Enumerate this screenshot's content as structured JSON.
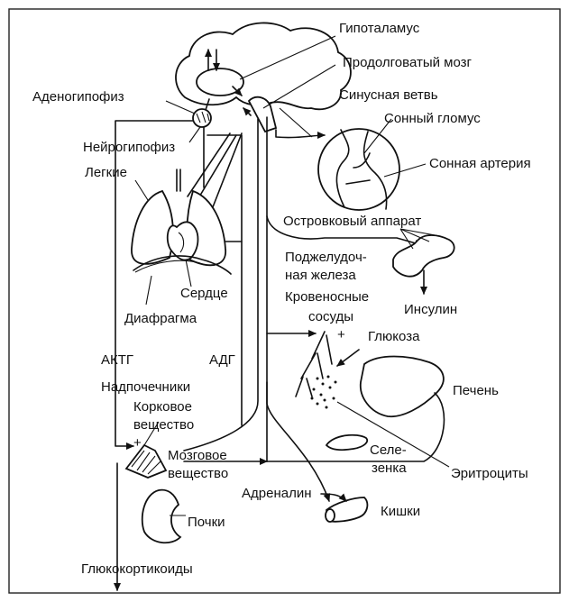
{
  "labels": {
    "hypothalamus": "Гипоталамус",
    "medulla": "Продолговатый мозг",
    "adenohypophysis": "Аденогипофиз",
    "sinus_branch": "Синусная ветвь",
    "carotid_body": "Сонный гломус",
    "neurohypophysis": "Нейрогипофиз",
    "lungs": "Легкие",
    "carotid_artery": "Сонная артерия",
    "islets": "Островковый аппарат",
    "pancreas_1": "Поджелудоч-",
    "pancreas_2": "ная железа",
    "heart": "Сердце",
    "vessels_1": "Кровеносные",
    "vessels_2": "сосуды",
    "diaphragm": "Диафрагма",
    "insulin": "Инсулин",
    "glucose": "Глюкоза",
    "acth": "АКТГ",
    "adh": "АДГ",
    "adrenals": "Надпочечники",
    "cortex_1": "Корковое",
    "cortex_2": "вещество",
    "liver": "Печень",
    "medulla_adrenal_1": "Мозговое",
    "medulla_adrenal_2": "вещество",
    "spleen_1": "Селе-",
    "spleen_2": "зенка",
    "erythrocytes": "Эритроциты",
    "adrenaline": "Адреналин",
    "intestine": "Кишки",
    "kidneys": "Почки",
    "glucocorticoids": "Глюкокортикоиды",
    "plus_1": "+",
    "plus_2": "+"
  }
}
